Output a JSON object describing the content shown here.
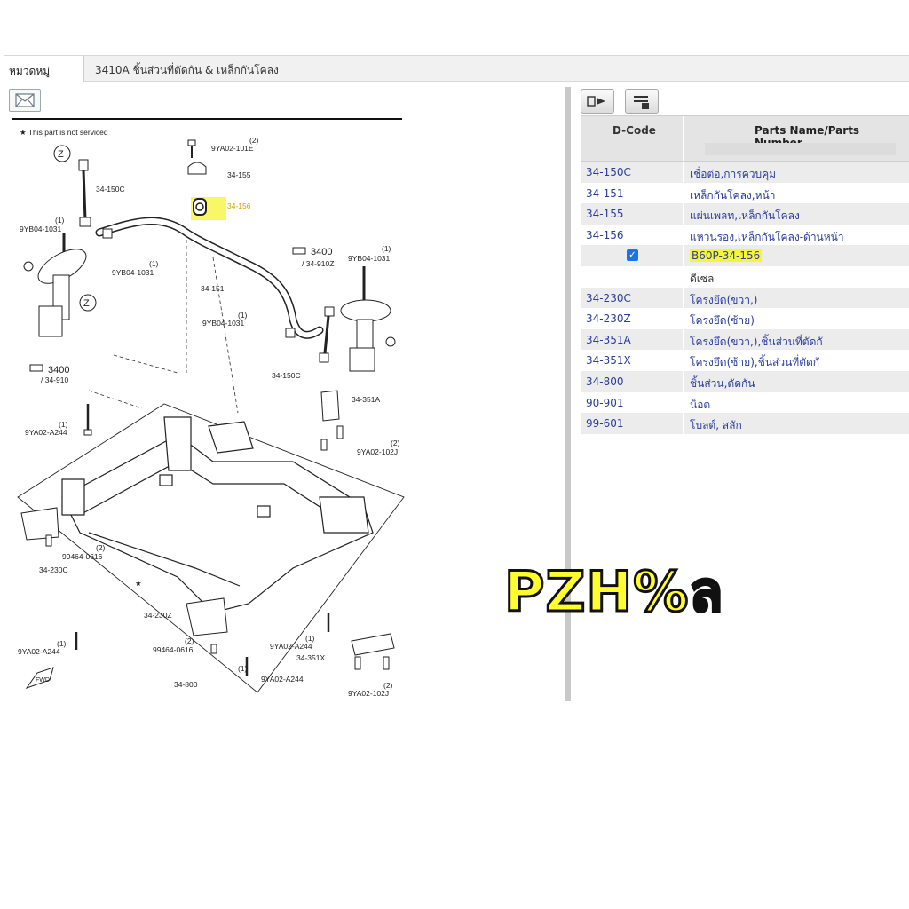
{
  "header": {
    "category_label": "หมวดหมู่",
    "category_title": "3410A  ชิ้นส่วนที่ตัดกัน & เหล็กกันโคลง"
  },
  "diagram": {
    "note": "★ This part is not serviced",
    "labels": {
      "z1": "Z",
      "z2": "Z",
      "p150c_top": "34-150C",
      "p9yb1031_left_qty": "(1)",
      "p9yb1031_left": "9YB04-1031",
      "p9yb1031_mid_qty": "(1)",
      "p9yb1031_mid": "9YB04-1031",
      "p9ya101e_qty": "(2)",
      "p9ya101e": "9YA02-101E",
      "p155": "34-155",
      "p156": "34-156",
      "p3400_right": "3400",
      "p910z": "/ 34-910Z",
      "p9yb1031_right_qty": "(1)",
      "p9yb1031_right": "9YB04-1031",
      "p151": "34-151",
      "p9yb1031_low_qty": "(1)",
      "p9yb1031_low": "9YB04-1031",
      "p150c_low": "34-150C",
      "p3400_left": "3400",
      "p910": "/ 34-910",
      "p351a": "34-351A",
      "p9ya244_a_qty": "(1)",
      "p9ya244_a": "9YA02-A244",
      "p9ya102j_a_qty": "(2)",
      "p9ya102j_a": "9YA02-102J",
      "p99464_a_qty": "(2)",
      "p99464_a": "99464-0616",
      "p230c": "34-230C",
      "star": "★",
      "p230z": "34-230Z",
      "p9ya244_b_qty": "(1)",
      "p9ya244_b": "9YA02-A244",
      "p99464_b_qty": "(2)",
      "p99464_b": "99464-0616",
      "p9ya244_c_qty": "(1)",
      "p9ya244_c": "9YA02-A244",
      "p351x": "34-351X",
      "p9ya244_d_qty": "(1)",
      "p9ya244_d": "9YA02-A244",
      "p800": "34-800",
      "p9ya102j_b_qty": "(2)",
      "p9ya102j_b": "9YA02-102J",
      "fwd": "FWD"
    }
  },
  "table": {
    "col_dcode": "D-Code",
    "col_name": "Parts Name/Parts Number",
    "rows": [
      {
        "code": "34-150C",
        "name": "เชื่อต่อ,การควบคุม"
      },
      {
        "code": "34-151",
        "name": "เหล็กกันโคลง,หน้า"
      },
      {
        "code": "34-155",
        "name": "แผ่นเพลท,เหล็กกันโคลง"
      },
      {
        "code": "34-156",
        "name": "แหวนรอง,เหล็กกันโคลง-ด้านหน้า"
      },
      {
        "code": "",
        "name": "B60P-34-156",
        "checked": true
      },
      {
        "code": "",
        "name": "ดีเซล"
      },
      {
        "code": "34-230C",
        "name": "โครงยึด(ขวา,)"
      },
      {
        "code": "34-230Z",
        "name": "โครงยึด(ซ้าย)"
      },
      {
        "code": "34-351A",
        "name": "โครงยึด(ขวา,),ชิ้นส่วนที่ตัดกั"
      },
      {
        "code": "34-351X",
        "name": "โครงยึด(ซ้าย),ชิ้นส่วนที่ตัดกั"
      },
      {
        "code": "34-800",
        "name": "ชิ้นส่วน,ตัดกัน"
      },
      {
        "code": "90-901",
        "name": "น็อต"
      },
      {
        "code": "99-601",
        "name": "โบลต์, สลัก"
      }
    ]
  },
  "watermark": "PZH%ล",
  "colors": {
    "link": "#2a3c9c",
    "highlight": "#f7f53a",
    "header_bg": "#e4e4e4"
  }
}
